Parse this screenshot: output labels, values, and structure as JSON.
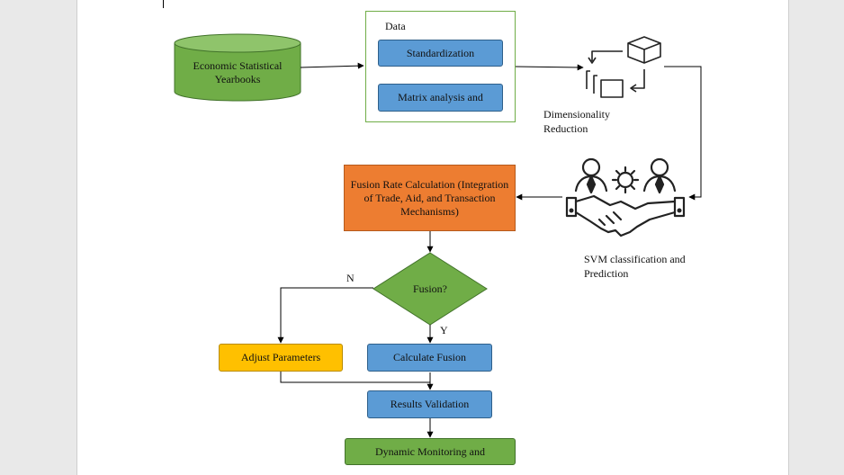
{
  "diagram": {
    "source": "Economic Statistical Yearbooks",
    "data_group": {
      "title": "Data",
      "steps": [
        "Standardization",
        "Matrix analysis and"
      ]
    },
    "dimensionality_label": "Dimensionality Reduction",
    "svm_label": "SVM classification and Prediction",
    "fusion_calc": "Fusion Rate Calculation (Integration of Trade, Aid, and Transaction Mechanisms)",
    "decision": "Fusion?",
    "branch_no": "N",
    "branch_yes": "Y",
    "adjust": "Adjust Parameters",
    "calculate": "Calculate Fusion",
    "validation": "Results Validation",
    "monitoring": "Dynamic Monitoring and"
  },
  "colors": {
    "process_blue": "#5b9bd5",
    "calc_orange": "#ed7d31",
    "adjust_yellow": "#ffc000",
    "terminal_green": "#70ad47",
    "decision_green": "#70ad47"
  },
  "icons": [
    "cube-flow-icon",
    "business-handshake-icon"
  ]
}
